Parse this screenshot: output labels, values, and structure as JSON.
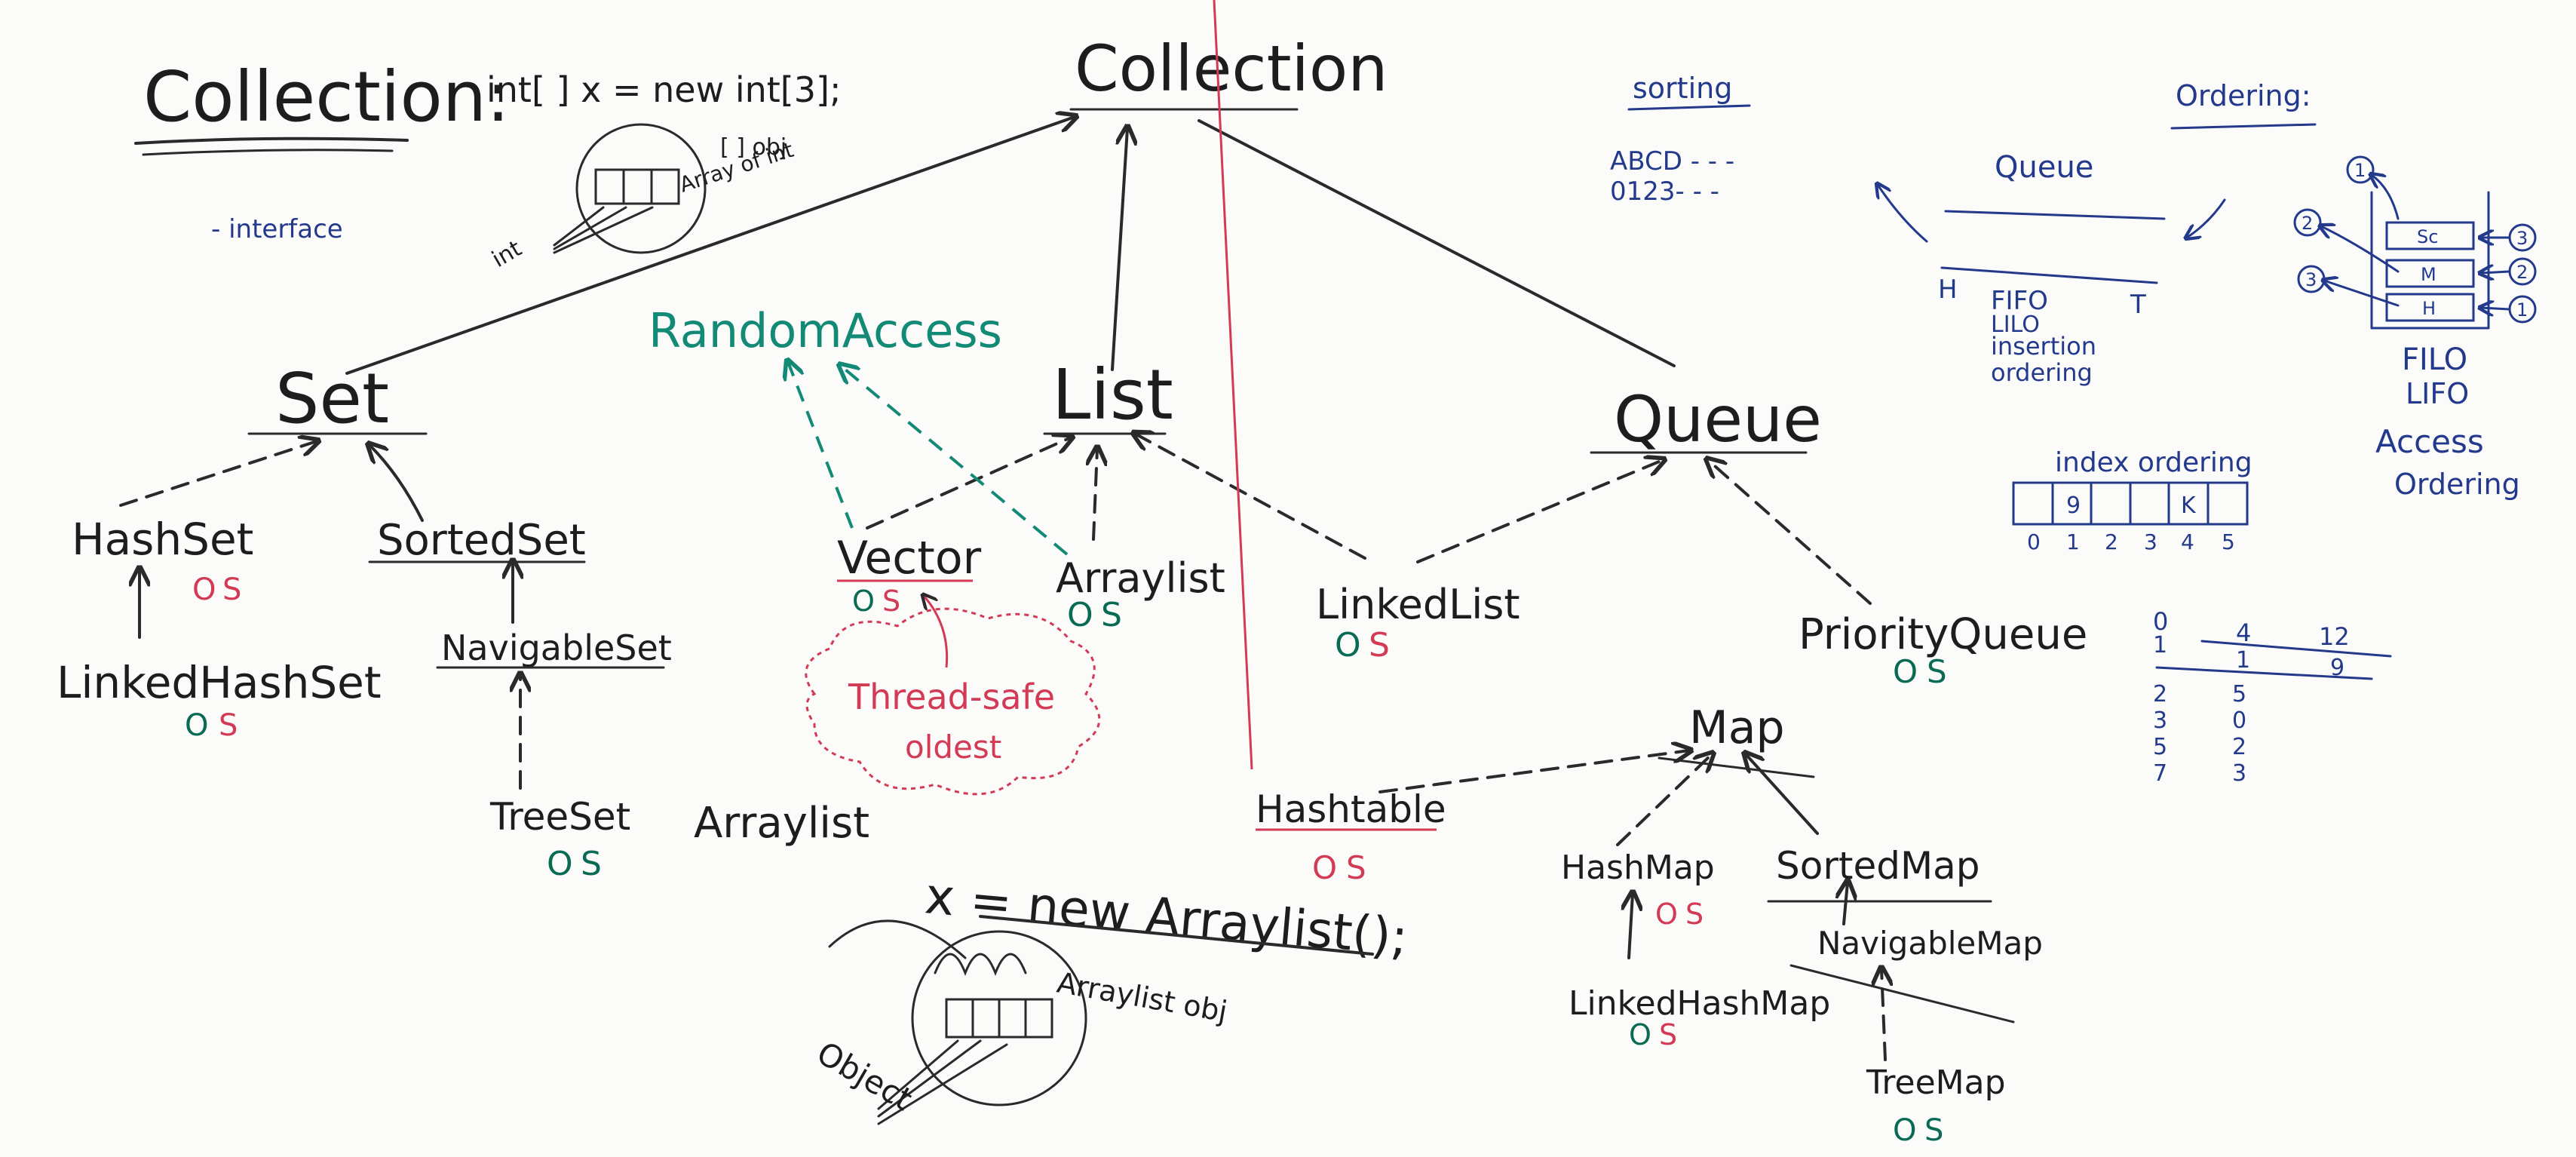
{
  "left_title": "Collection:",
  "left_subtitle": "- interface",
  "array_code": "int[ ]  x  = new int[3];",
  "array_note_1": "[ ] obj",
  "array_note_2": "Array of int",
  "array_int": "int",
  "root": "Collection",
  "set": "Set",
  "list": "List",
  "queue": "Queue",
  "random_access": "RandomAccess",
  "hashset": "HashSet",
  "hashset_os": [
    "O",
    "S"
  ],
  "sortedset": "SortedSet",
  "linkedhashset": "LinkedHashSet",
  "linkedhashset_os": [
    "O",
    "S"
  ],
  "navigableset": "NavigableSet",
  "treeset": "TreeSet",
  "treeset_os": [
    "O",
    "S"
  ],
  "vector": "Vector",
  "vector_os": [
    "O",
    "S"
  ],
  "arraylist": "Arraylist",
  "arraylist_os": [
    "O",
    "S"
  ],
  "linkedlist": "LinkedList",
  "linkedlist_os": [
    "O",
    "S"
  ],
  "priorityqueue": "PriorityQueue",
  "priorityqueue_os": [
    "O",
    "S"
  ],
  "cloud_1": "Thread-safe",
  "cloud_2": "oldest",
  "hashtable": "Hashtable",
  "hashtable_os": [
    "O",
    "S"
  ],
  "map": "Map",
  "hashmap": "HashMap",
  "hashmap_os": [
    "O",
    "S"
  ],
  "sortedmap": "SortedMap",
  "linkedhashmap": "LinkedHashMap",
  "linkedhashmap_os": [
    "O",
    "S"
  ],
  "navigablemap": "NavigableMap",
  "treemap": "TreeMap",
  "treemap_os": [
    "O",
    "S"
  ],
  "al_type": "Arraylist",
  "al_code": "x = new Arraylist();",
  "al_obj": "Arraylist obj",
  "al_object": "Object",
  "sorting_title": "sorting",
  "sorting_1": "ABCD - - -",
  "sorting_2": "0123- - -",
  "ordering_title": "Ordering:",
  "queue_label": "Queue",
  "queue_h": "H",
  "queue_t": "T",
  "queue_fifo": "FIFO",
  "queue_lilo": "LILO",
  "queue_ins": "insertion",
  "queue_ord": "ordering",
  "stack_cells": [
    "Sc",
    "M",
    "H"
  ],
  "stack_nums_left": [
    "1",
    "2",
    "3"
  ],
  "stack_nums_right": [
    "3",
    "2",
    "1"
  ],
  "filo": "FILO",
  "lifo": "LIFO",
  "access": "Access",
  "access_ordering": "Ordering",
  "index_title": "index ordering",
  "index_cells": [
    "",
    "9",
    "",
    "",
    "K",
    ""
  ],
  "index_nums": [
    "0",
    "1",
    "2",
    "3",
    "4",
    "5"
  ],
  "table_header": [
    "0",
    "4",
    "12"
  ],
  "table_row1": [
    "1",
    "1",
    "9"
  ],
  "table_col_a": [
    "2",
    "3",
    "5",
    "7"
  ],
  "table_col_b": [
    "5",
    "0",
    "2",
    "3"
  ],
  "colors": {
    "ink": "#1d1d1f",
    "blue": "#233a8c",
    "red": "#d23a55",
    "green": "#0a6b55",
    "teal": "#128a75"
  }
}
